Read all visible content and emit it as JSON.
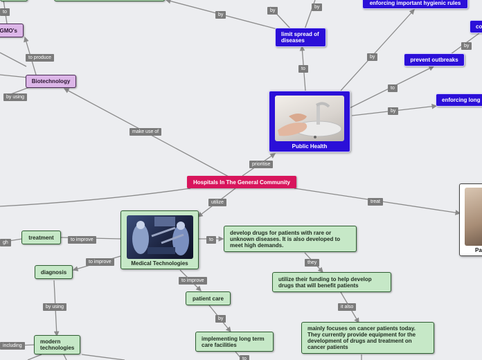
{
  "central": {
    "label": "Hospitals In The General Community"
  },
  "nodes": {
    "public_health": "Public Health",
    "medical_technologies": "Medical Technologies",
    "biotechnology": "Biotechnology",
    "gmos": "GMO's",
    "limit_spread": "limit spread of diseases",
    "enforcing_hygienic": "enforcing important hygienic rules",
    "prevent_outbreaks": "prevent outbreaks",
    "enforcing_long": "enforcing long",
    "co_partial": "co",
    "develop_drugs": "develop drugs for patients with rare or unknown diseases. It is also developed to meet high demands.",
    "utilize_funding": "utilize their funding to help develop drugs that will benefit patients",
    "cancer_focus": "mainly focuses on cancer patients today. They currently provide equipment for the development of drugs and treatment on cancer patients",
    "patient_care": "patient care",
    "long_term": "implementing long term care facilities",
    "treatment": "treatment",
    "diagnosis": "diagnosis",
    "modern_tech": "modern technologies",
    "pa_partial": "Pa"
  },
  "links": {
    "prioritise": "prioritise",
    "utilize": "utilize",
    "treat": "treat",
    "make_use_of": "make use of",
    "to_produce": "to produce",
    "by_using_bio": "by using",
    "to_top_left": "to",
    "by_top1": "by",
    "by_top2": "by",
    "by_top3": "by",
    "to_limit": "to",
    "by_hygienic": "by",
    "to_prevent": "to",
    "by_prevent": "by",
    "by_enforcing": "by",
    "to_develop": "to",
    "they": "they",
    "it_also": "it also",
    "to_improve_pc": "to improve",
    "by_pc": "by",
    "to_lt": "to",
    "to_improve_treat": "to improve",
    "to_improve_diag": "to improve",
    "by_using_diag": "by using",
    "including": "including",
    "gh_partial": "gh"
  },
  "colors": {
    "background": "#ecedf0",
    "central": "#d8155c",
    "blue_node": "#2b0fd8",
    "green_node": "#c6e8c7",
    "purple_node": "#dcb6e8",
    "connector": "#8a8a8a"
  }
}
